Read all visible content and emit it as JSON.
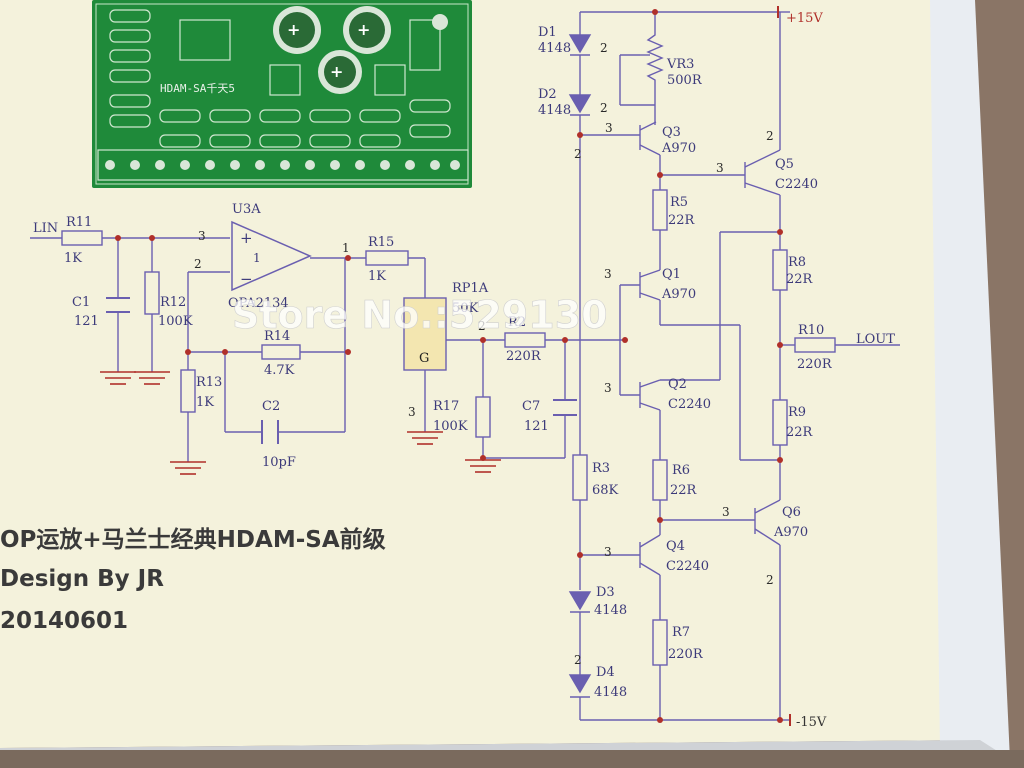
{
  "title": {
    "line1": "OP运放+马兰士经典HDAM-SA前级",
    "line2": "Design By JR",
    "line3": "20140601"
  },
  "watermark": "Store No.:529130",
  "pcb": {
    "silkscreen": "HDAM-SA千天5"
  },
  "supply": {
    "pos": "+15V",
    "neg": "-15V"
  },
  "io": {
    "input": "LIN",
    "output": "LOUT"
  },
  "components": {
    "R11": {
      "ref": "R11",
      "value": "1K"
    },
    "C1": {
      "ref": "C1",
      "value": "121"
    },
    "R12": {
      "ref": "R12",
      "value": "100K"
    },
    "U3A": {
      "ref": "U3A",
      "value": "OPA2134"
    },
    "R13": {
      "ref": "R13",
      "value": "1K"
    },
    "R14": {
      "ref": "R14",
      "value": "4.7K"
    },
    "C2": {
      "ref": "C2",
      "value": "10pF"
    },
    "R15": {
      "ref": "R15",
      "value": "1K"
    },
    "RP1A": {
      "ref": "RP1A",
      "value": "50K",
      "gnd": "G"
    },
    "R2": {
      "ref": "R2",
      "value": "220R"
    },
    "R17": {
      "ref": "R17",
      "value": "100K"
    },
    "C7": {
      "ref": "C7",
      "value": "121"
    },
    "D1": {
      "ref": "D1",
      "value": "4148"
    },
    "D2": {
      "ref": "D2",
      "value": "4148"
    },
    "D3": {
      "ref": "D3",
      "value": "4148"
    },
    "D4": {
      "ref": "D4",
      "value": "4148"
    },
    "VR3": {
      "ref": "VR3",
      "value": "500R"
    },
    "Q3": {
      "ref": "Q3",
      "value": "A970"
    },
    "Q5": {
      "ref": "Q5",
      "value": "C2240"
    },
    "R5": {
      "ref": "R5",
      "value": "22R"
    },
    "R8": {
      "ref": "R8",
      "value": "22R"
    },
    "Q1": {
      "ref": "Q1",
      "value": "A970"
    },
    "R10": {
      "ref": "R10",
      "value": "220R"
    },
    "Q2": {
      "ref": "Q2",
      "value": "C2240"
    },
    "R9": {
      "ref": "R9",
      "value": "22R"
    },
    "R3": {
      "ref": "R3",
      "value": "68K"
    },
    "R6": {
      "ref": "R6",
      "value": "22R"
    },
    "Q6": {
      "ref": "Q6",
      "value": "A970"
    },
    "Q4": {
      "ref": "Q4",
      "value": "C2240"
    },
    "R7": {
      "ref": "R7",
      "value": "220R"
    }
  },
  "pins": {
    "p1": "1",
    "p2": "2",
    "p3": "3"
  },
  "colors": {
    "paper": "#f3f1d8",
    "wire": "#6a5fb0",
    "pcb_green": "#1f8a3a",
    "node": "#b0302a",
    "body_table": "#8a7566"
  }
}
